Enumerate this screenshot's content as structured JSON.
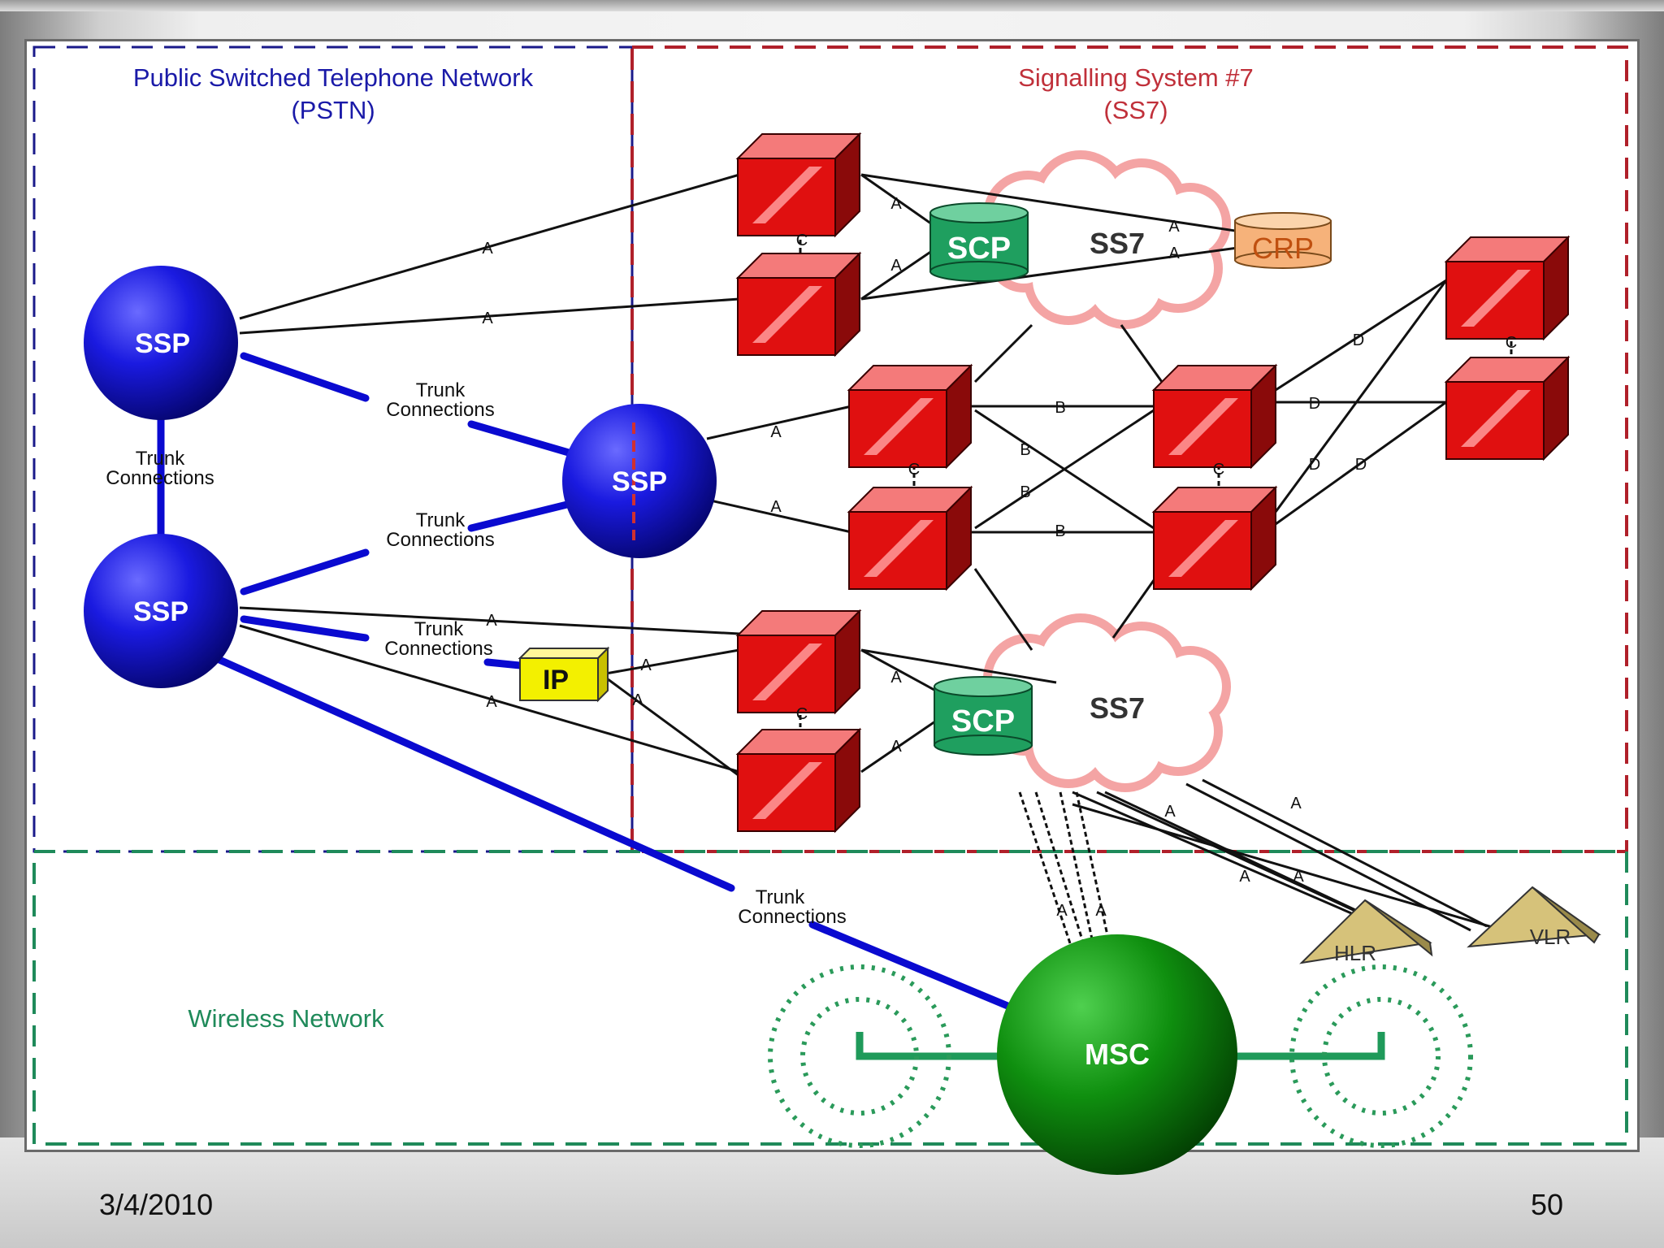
{
  "regions": {
    "pstn_title": "Public Switched Telephone Network",
    "pstn_abbr": "(PSTN)",
    "ss7_title": "Signalling System #7",
    "ss7_abbr": "(SS7)",
    "wireless_title": "Wireless Network"
  },
  "nodes": {
    "ssp": "SSP",
    "scp": "SCP",
    "crp": "CRP",
    "ss7": "SS7",
    "ip": "IP",
    "msc": "MSC",
    "hlr": "HLR",
    "vlr": "VLR"
  },
  "links": {
    "trunk_line1": "Trunk",
    "trunk_line2": "Connections",
    "a": "A",
    "b": "B",
    "c": "C",
    "d": "D"
  },
  "colors": {
    "pstn": "#1a1aa8",
    "ss7": "#c0303a",
    "wireless": "#1f8a5a",
    "stp_red": "#d81010",
    "trunk_blue": "#0a0ad0"
  },
  "footer": {
    "date": "3/4/2010",
    "page": "50"
  }
}
